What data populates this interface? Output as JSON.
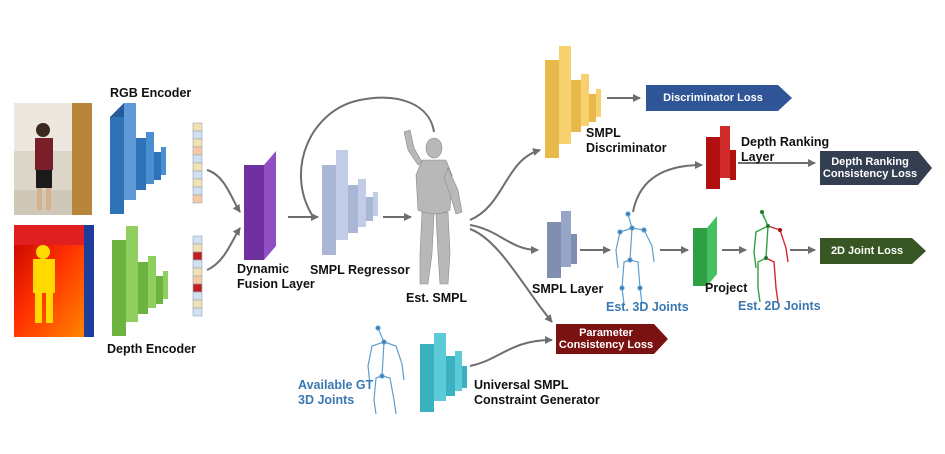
{
  "labels": {
    "rgb_encoder": "RGB Encoder",
    "depth_encoder": "Depth Encoder",
    "dynamic_fusion_1": "Dynamic",
    "dynamic_fusion_2": "Fusion Layer",
    "smpl_regressor": "SMPL Regressor",
    "est_smpl": "Est. SMPL",
    "smpl_discriminator_1": "SMPL",
    "smpl_discriminator_2": "Discriminator",
    "depth_ranking_layer_1": "Depth Ranking",
    "depth_ranking_layer_2": "Layer",
    "smpl_layer": "SMPL Layer",
    "est_3d_joints": "Est. 3D Joints",
    "project": "Project",
    "est_2d_joints": "Est. 2D Joints",
    "available_gt_1": "Available GT",
    "available_gt_2": "3D Joints",
    "universal_generator_1": "Universal SMPL",
    "universal_generator_2": "Constraint Generator"
  },
  "losses": {
    "discriminator": "Discriminator Loss",
    "depth_ranking_1": "Depth Ranking",
    "depth_ranking_2": "Consistency Loss",
    "joint_2d": "2D Joint Loss",
    "parameter_1": "Parameter",
    "parameter_2": "Consistency Loss"
  },
  "colors": {
    "rgb_encoder": "#2e72b8",
    "depth_encoder": "#6db33f",
    "fusion": "#7030a0",
    "regressor": "#a9b6d6",
    "discriminator": "#f0c050",
    "depth_ranking": "#b01010",
    "smpl_layer": "#7f8fb0",
    "project": "#2ea043",
    "generator": "#3bb0bf",
    "loss_discriminator": "#2f5597",
    "loss_depth_ranking": "#333f50",
    "loss_2d_joint": "#375623",
    "loss_parameter": "#7b1212",
    "annotation_text": "#3a78b0"
  }
}
